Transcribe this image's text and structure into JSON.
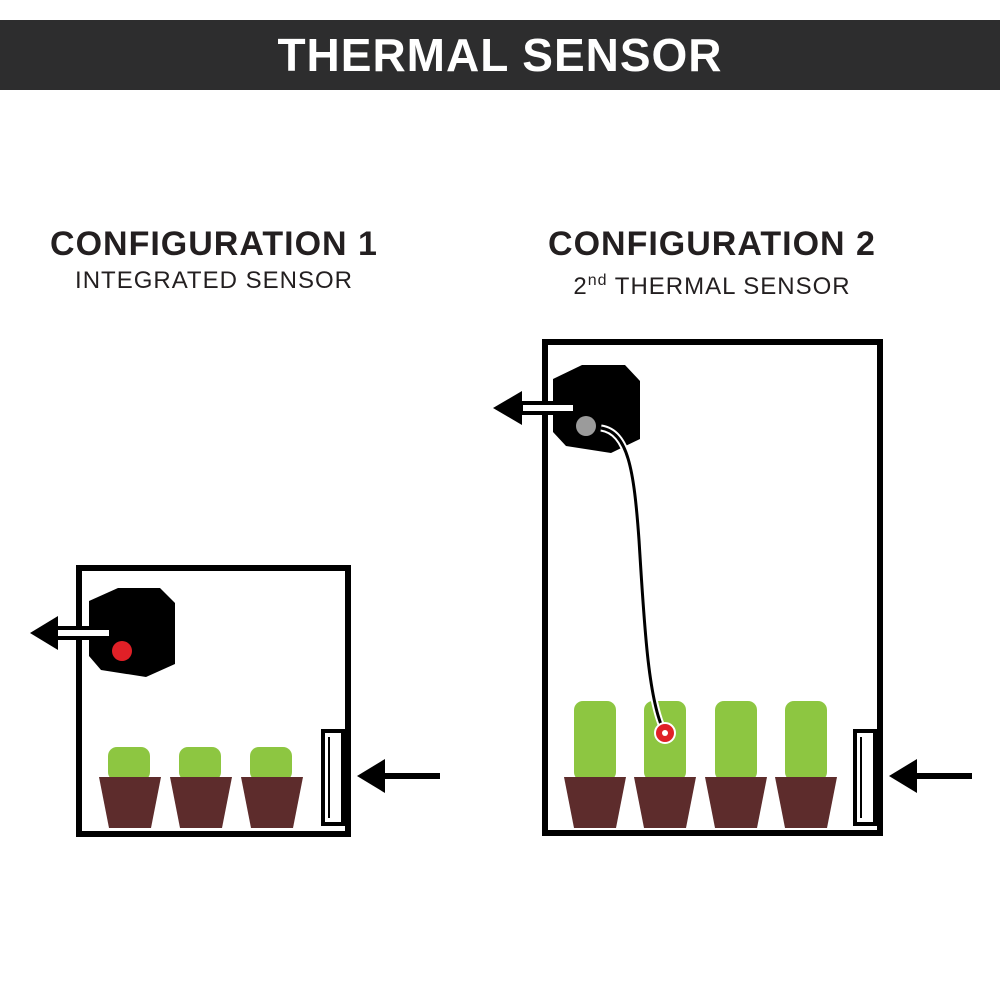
{
  "header": {
    "title": "THERMAL SENSOR"
  },
  "configurations": [
    {
      "title": "CONFIGURATION 1",
      "subtitle": "INTEGRATED SENSOR"
    },
    {
      "title": "CONFIGURATION 2",
      "subtitle_prefix": "2",
      "subtitle_sup": "nd",
      "subtitle_rest": " THERMAL SENSOR"
    }
  ],
  "colors": {
    "banner": "#2d2d2e",
    "outline": "#000000",
    "plant": "#8dc641",
    "pot": "#5d2c2c",
    "sensor_integrated": "#e02027",
    "sensor_unit": "#9b9b9b"
  },
  "icons": [
    "arrow-left-icon",
    "fan-unit-icon",
    "plant-pot-icon",
    "vent-icon",
    "thermal-sensor-icon"
  ]
}
